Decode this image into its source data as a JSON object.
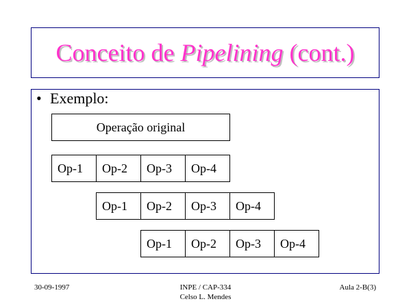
{
  "title": {
    "prefix": "Conceito de ",
    "italic": "Pipelining",
    "suffix": " (cont.)"
  },
  "bullet": {
    "symbol": "•",
    "text": "Exemplo:"
  },
  "diagram": {
    "original_label": "Operação original",
    "rows": [
      [
        "Op-1",
        "Op-2",
        "Op-3",
        "Op-4"
      ],
      [
        "Op-1",
        "Op-2",
        "Op-3",
        "Op-4"
      ],
      [
        "Op-1",
        "Op-2",
        "Op-3",
        "Op-4"
      ]
    ]
  },
  "footer": {
    "date": "30-09-1997",
    "course": "INPE / CAP-334",
    "author": "Celso L. Mendes",
    "page": "Aula 2-B(3)"
  },
  "colors": {
    "title": "#ff33cc",
    "frame": "#000080"
  }
}
